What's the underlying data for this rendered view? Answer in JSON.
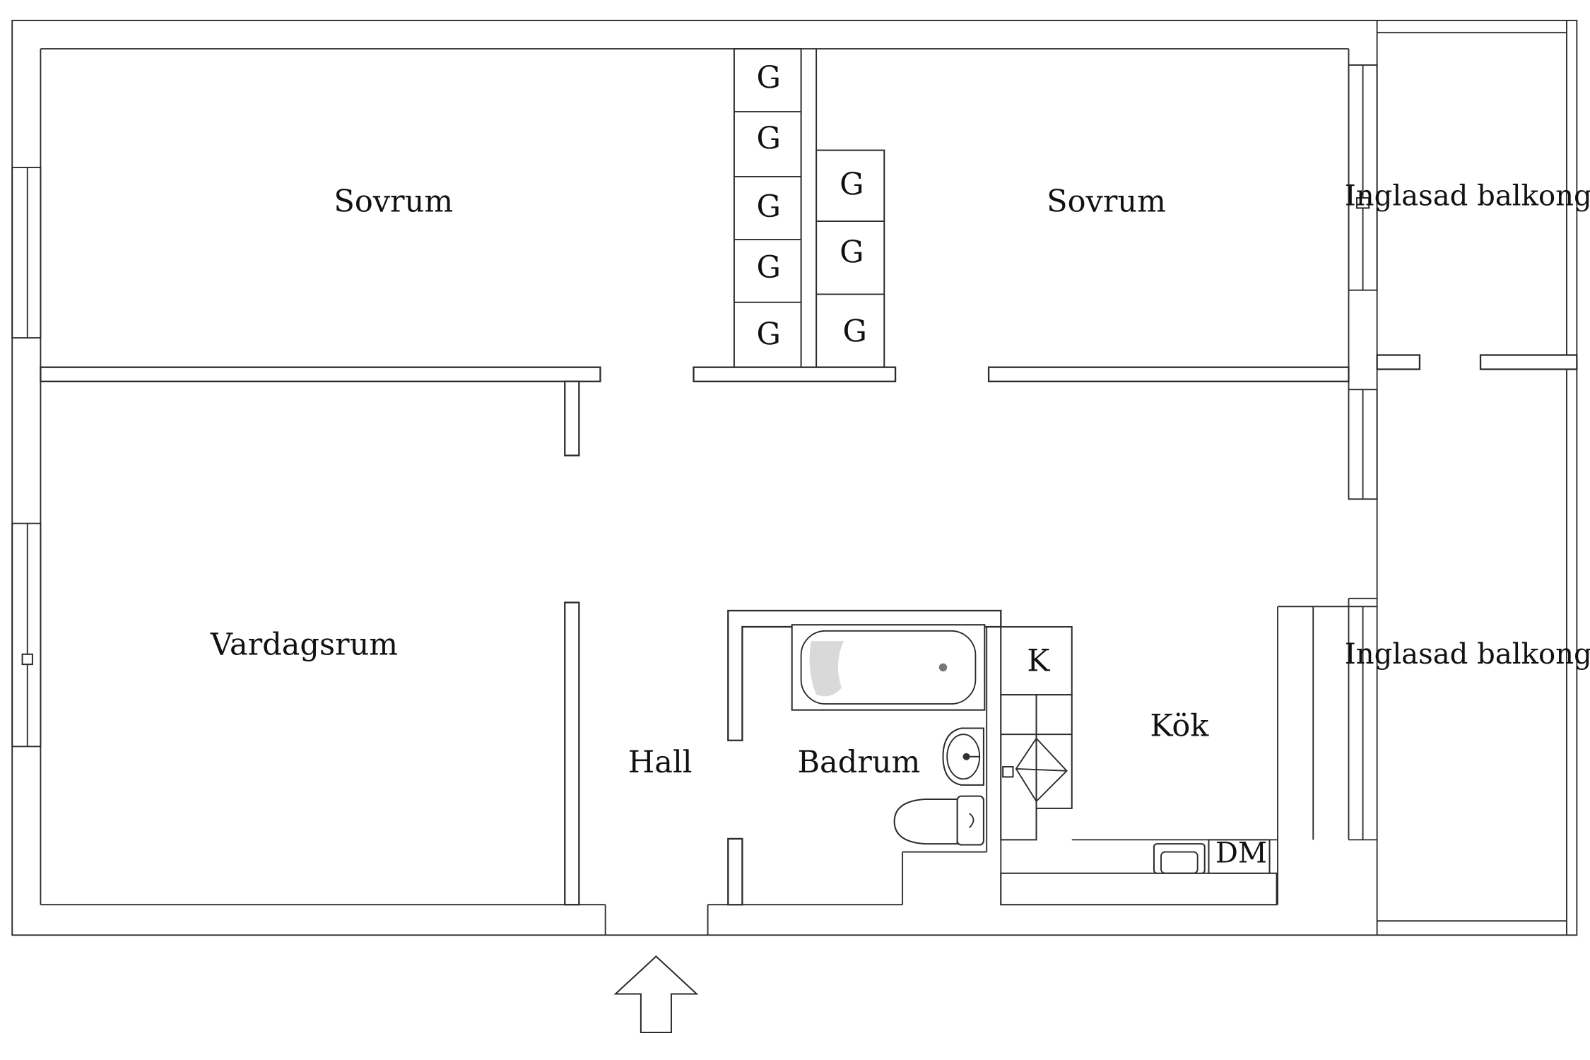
{
  "rooms": {
    "sovrum_left": "Sovrum",
    "sovrum_right": "Sovrum",
    "balkong_top": "Inglasad balkong",
    "balkong_bottom": "Inglasad balkong",
    "vardagsrum": "Vardagsrum",
    "hall": "Hall",
    "badrum": "Badrum",
    "kok": "Kök"
  },
  "fixtures": {
    "wardrobe": "G",
    "fridge": "K",
    "dishwasher": "DM"
  },
  "icons": {
    "entrance": "entrance-arrow-icon"
  },
  "colors": {
    "line": "#2b2b2b",
    "background": "#ffffff",
    "text": "#111111"
  }
}
